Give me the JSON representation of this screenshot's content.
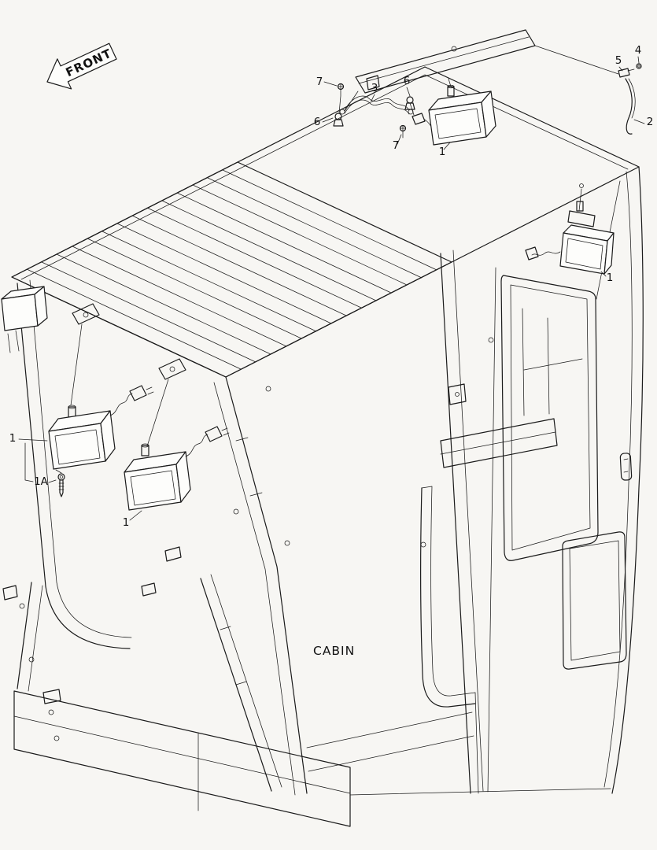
{
  "colors": {
    "background": "#f7f6f3",
    "line": "#1b1b1b"
  },
  "labels": {
    "front_arrow": "FRONT",
    "cabin": "CABIN"
  },
  "callouts": [
    "7",
    "3",
    "6",
    "6",
    "7",
    "1",
    "5",
    "4",
    "2",
    "1",
    "1",
    "1A",
    "1"
  ]
}
